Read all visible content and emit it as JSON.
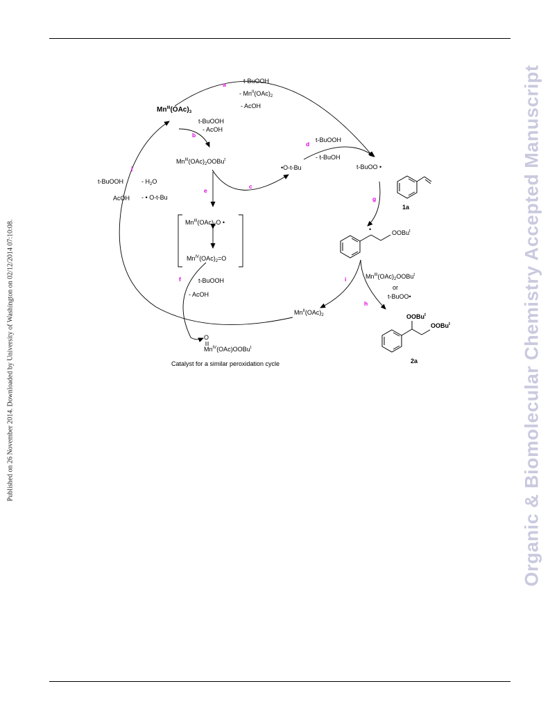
{
  "sidebar_left": "Published on 26 November 2014. Downloaded by University of Washington on 02/12/2014 07:10:08.",
  "sidebar_right": "Organic & Biomolecular Chemistry Accepted Manuscript",
  "steps": {
    "a": "a",
    "b": "b",
    "c": "c",
    "d": "d",
    "e": "e",
    "f": "f",
    "g": "g",
    "h": "h",
    "i": "i",
    "j": "j"
  },
  "species": {
    "mn3_oac3": {
      "main": "Mn",
      "ox": "III",
      "rest": "(OAc)",
      "sub": "3"
    },
    "mn3_oac2_oobu": {
      "main": "Mn",
      "ox": "III",
      "rest": "(OAc)",
      "sub": "2",
      "tail": "OOBu",
      "tail_sup": "t"
    },
    "mn3_oac2_o": {
      "main": "Mn",
      "ox": "III",
      "rest": "(OAc)",
      "sub": "2",
      "tail": "O",
      "dot": "•"
    },
    "mn4_oac2_o": {
      "main": "Mn",
      "ox": "IV",
      "rest": "(OAc)",
      "sub": "2",
      "tail": "=O"
    },
    "mn4_oxo_oobu": {
      "oxo": "O",
      "main": "Mn",
      "ox": "IV",
      "rest": "(OAc)OOBu",
      "tail_sup": "t"
    },
    "mn2_oac2": {
      "main": "Mn",
      "ox": "II",
      "rest": "(OAc)",
      "sub": "2"
    },
    "tbuoo_radical": "t-BuOO",
    "otbu_radical": "O-t-Bu",
    "dot": "•",
    "benzyl_radical_label": "OOBu",
    "benzyl_radical_sup": "t",
    "product_top": "OOBu",
    "product_bottom": "OOBu",
    "product_sup": "t",
    "label_1a": "1a",
    "label_2a": "2a"
  },
  "conditions": {
    "a_line1": "t-BuOOH",
    "a_line2_pre": "- Mn",
    "a_line2_ox": "II",
    "a_line2_post": "(OAc)",
    "a_line2_sub": "2",
    "a_line3": "- AcOH",
    "b_line1": "t-BuOOH",
    "b_line2": "- AcOH",
    "d_line1": "t-BuOOH",
    "d_line2": "- t-BuOH",
    "f_line1": "t-BuOOH",
    "f_line2": "- AcOH",
    "h_line1_pre": "Mn",
    "h_line1_ox": "III",
    "h_line1_post": "(OAc)",
    "h_line1_sub": "2",
    "h_line1_tail": "OOBu",
    "h_line1_sup": "t",
    "h_line2": "or",
    "h_line3": "t-BuOO",
    "j_left1": "t-BuOOH",
    "j_left2": "AcOH",
    "j_right1_pre": "- H",
    "j_right1_sub": "2",
    "j_right1_post": "O",
    "j_right2_pre": "-",
    "j_right2_post": "O-t-Bu"
  },
  "caption": "Catalyst for a similar peroxidation cycle"
}
